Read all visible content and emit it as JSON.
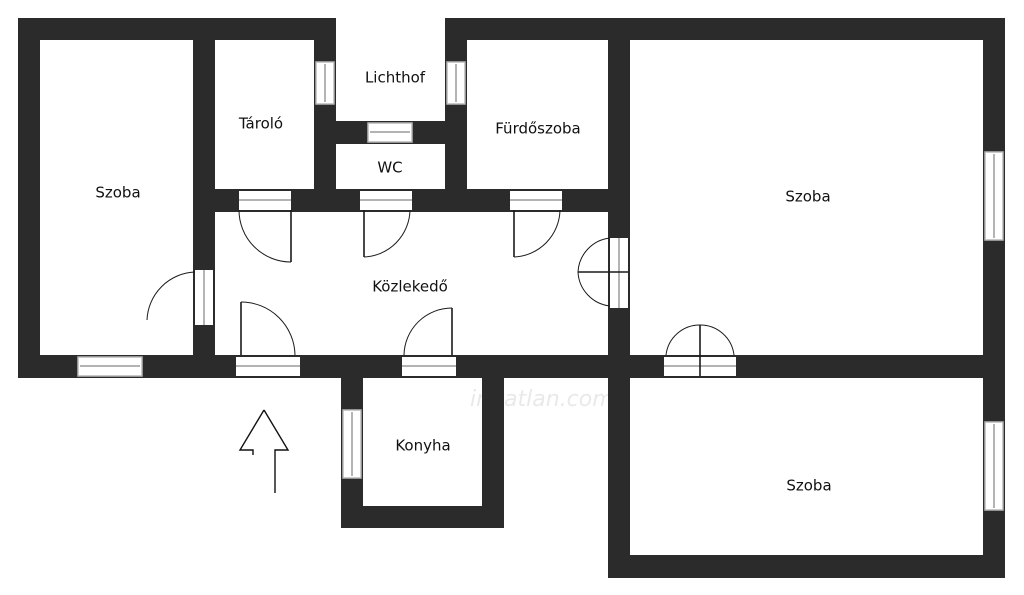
{
  "rooms": {
    "szoba_left": "Szoba",
    "tarolo": "Tároló",
    "lichthof": "Lichthof",
    "wc": "WC",
    "furdoszoba": "Fürdőszoba",
    "szoba_right": "Szoba",
    "kozlekedo": "Közlekedő",
    "konyha": "Konyha",
    "szoba_bottom": "Szoba"
  },
  "watermark": "ingatlan.com",
  "icons": {
    "entrance": "entrance-arrow-icon"
  },
  "colors": {
    "wall": "#2b2b2b",
    "window": "#b8b8b8",
    "background": "#ffffff"
  }
}
